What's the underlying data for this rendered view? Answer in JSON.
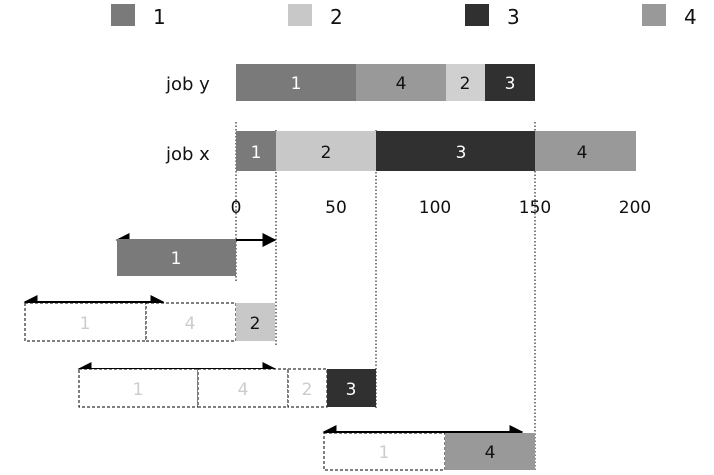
{
  "legend": [
    {
      "label": "1",
      "color": "#7a7a7a"
    },
    {
      "label": "2",
      "color": "#c8c8c8"
    },
    {
      "label": "3",
      "color": "#303030"
    },
    {
      "label": "4",
      "color": "#999999"
    }
  ],
  "axis": {
    "ticks": [
      "0",
      "50",
      "100",
      "150",
      "200"
    ]
  },
  "jobs": [
    {
      "label": "job y",
      "segments": [
        {
          "label": "1",
          "color": "#7a7a7a",
          "text_color": "#ffffff"
        },
        {
          "label": "4",
          "color": "#999999",
          "text_color": "#111111"
        },
        {
          "label": "2",
          "color": "#d0d0d0",
          "text_color": "#111111"
        },
        {
          "label": "3",
          "color": "#303030",
          "text_color": "#ffffff"
        }
      ]
    },
    {
      "label": "job x",
      "segments": [
        {
          "label": "1",
          "color": "#7a7a7a",
          "text_color": "#ffffff"
        },
        {
          "label": "2",
          "color": "#c8c8c8",
          "text_color": "#111111"
        },
        {
          "label": "3",
          "color": "#303030",
          "text_color": "#ffffff"
        },
        {
          "label": "4",
          "color": "#999999",
          "text_color": "#111111"
        }
      ]
    }
  ],
  "deadline_rows": [
    {
      "segments": [
        {
          "label": "1",
          "style": "solid",
          "color": "#7a7a7a",
          "text_color": "#ffffff"
        }
      ]
    },
    {
      "segments": [
        {
          "label": "1",
          "style": "dashed",
          "color": "#ffffff",
          "text_color": "#cccccc"
        },
        {
          "label": "4",
          "style": "dashed",
          "color": "#ffffff",
          "text_color": "#cccccc"
        },
        {
          "label": "2",
          "style": "solid",
          "color": "#c8c8c8",
          "text_color": "#111111"
        }
      ]
    },
    {
      "segments": [
        {
          "label": "1",
          "style": "dashed",
          "color": "#ffffff",
          "text_color": "#cccccc"
        },
        {
          "label": "4",
          "style": "dashed",
          "color": "#ffffff",
          "text_color": "#cccccc"
        },
        {
          "label": "2",
          "style": "dashed",
          "color": "#ffffff",
          "text_color": "#cccccc"
        },
        {
          "label": "3",
          "style": "solid",
          "color": "#303030",
          "text_color": "#ffffff"
        }
      ]
    },
    {
      "segments": [
        {
          "label": "1",
          "style": "dashed",
          "color": "#ffffff",
          "text_color": "#cccccc"
        },
        {
          "label": "4",
          "style": "solid",
          "color": "#999999",
          "text_color": "#111111"
        }
      ]
    }
  ]
}
